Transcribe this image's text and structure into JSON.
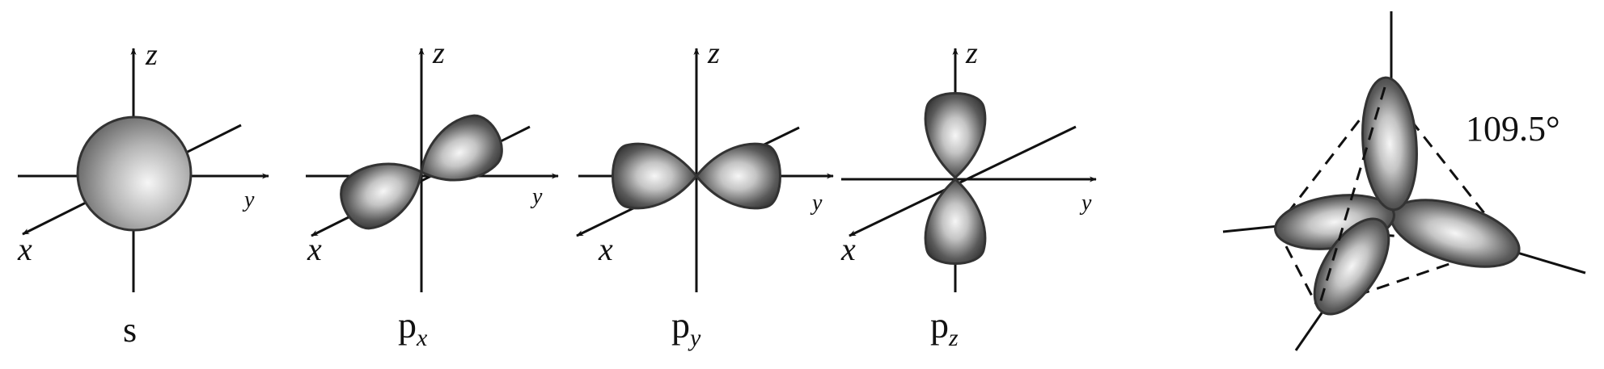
{
  "panels": {
    "s": {
      "caption": "s",
      "axis_z": "z",
      "axis_y": "y",
      "axis_x": "x"
    },
    "px": {
      "caption": "p",
      "subscript": "x",
      "axis_z": "z",
      "axis_y": "y",
      "axis_x": "x"
    },
    "py": {
      "caption": "p",
      "subscript": "y",
      "axis_z": "z",
      "axis_y": "y",
      "axis_x": "x"
    },
    "pz": {
      "caption": "p",
      "subscript": "z",
      "axis_z": "z",
      "axis_y": "y",
      "axis_x": "x"
    }
  },
  "sp3": {
    "angle_label": "109.5°"
  },
  "colors": {
    "ink": "#111111",
    "lobe_dark": "#3a3a3a",
    "lobe_light": "#f4f4f4"
  }
}
